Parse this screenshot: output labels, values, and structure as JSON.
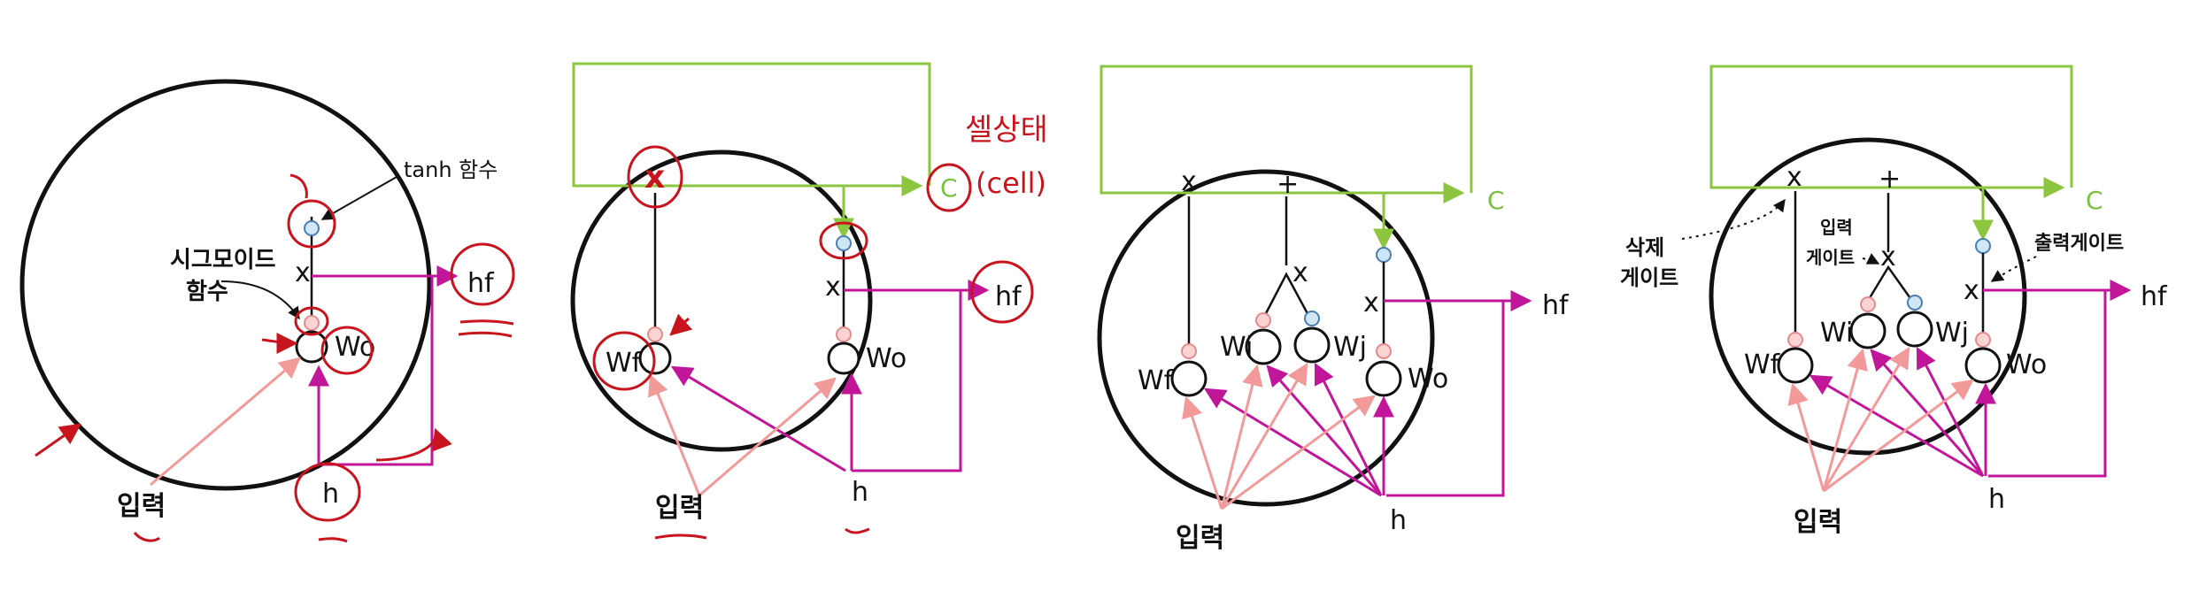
{
  "colors": {
    "lime": "#8cc63f",
    "magenta": "#c2169a",
    "pink": "#f29a9a",
    "red": "#c8141c",
    "gate_blue": "#cfe6f6"
  },
  "panel1": {
    "tanh_note": "tanh 함수",
    "sigmoid_note_1": "시그모이드",
    "sigmoid_note_2": "함수",
    "x_op": "x",
    "weight": "Wo",
    "hidden_out": "hf",
    "hidden_in": "h",
    "input": "입력"
  },
  "panel2": {
    "x_op": "x",
    "c_label": "C",
    "cell_state": "셀상태",
    "cell_en": "(cell)",
    "weight_f": "Wf",
    "weight_o": "Wo",
    "hidden_out": "hf",
    "hidden_in": "h",
    "input": "입력"
  },
  "panel3": {
    "x_op_top": "x",
    "plus_op": "+",
    "x_op_mid": "x",
    "x_op_right": "x",
    "c_label": "C",
    "weight_f": "Wf",
    "weight_i": "Wi",
    "weight_j": "Wj",
    "weight_o": "Wo",
    "hidden_out": "hf",
    "hidden_in": "h",
    "input": "입력"
  },
  "panel4": {
    "x_op_top": "x",
    "plus_op": "+",
    "x_op_mid": "x",
    "x_op_right": "x",
    "c_label": "C",
    "forget_gate_1": "삭제",
    "forget_gate_2": "게이트",
    "input_gate_1": "입력",
    "input_gate_2": "게이트",
    "output_gate": "출력게이트",
    "weight_f": "Wf",
    "weight_i": "Wi",
    "weight_j": "Wj",
    "weight_o": "Wo",
    "hidden_out": "hf",
    "hidden_in": "h",
    "input": "입력"
  }
}
